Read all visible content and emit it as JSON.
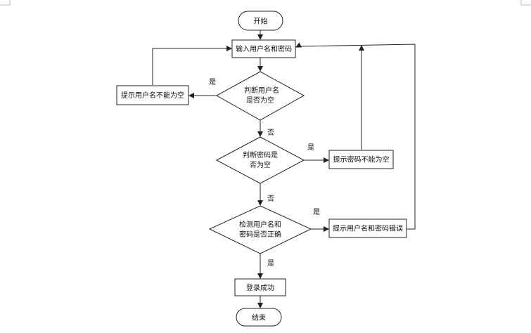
{
  "flowchart": {
    "nodes": {
      "start": {
        "lines": [
          "开始"
        ]
      },
      "input": {
        "lines": [
          "输入用户名和密码"
        ]
      },
      "check_user": {
        "lines": [
          "判断用户名",
          "是否为空"
        ]
      },
      "tip_user_empty": {
        "lines": [
          "提示用户名不能为空"
        ]
      },
      "check_pwd": {
        "lines": [
          "判断密码是",
          "否为空"
        ]
      },
      "tip_pwd_empty": {
        "lines": [
          "提示密码不能为空"
        ]
      },
      "verify": {
        "lines": [
          "检测用户名和",
          "密码是否正确"
        ]
      },
      "tip_wrong": {
        "lines": [
          "提示用户名和密码错误"
        ]
      },
      "success": {
        "lines": [
          "登录成功"
        ]
      },
      "end": {
        "lines": [
          "结束"
        ]
      }
    },
    "edge_labels": {
      "user_yes": "是",
      "user_no": "否",
      "pwd_yes": "是",
      "pwd_no": "否",
      "verify_yes_right": "是",
      "verify_yes_down": "是"
    }
  }
}
